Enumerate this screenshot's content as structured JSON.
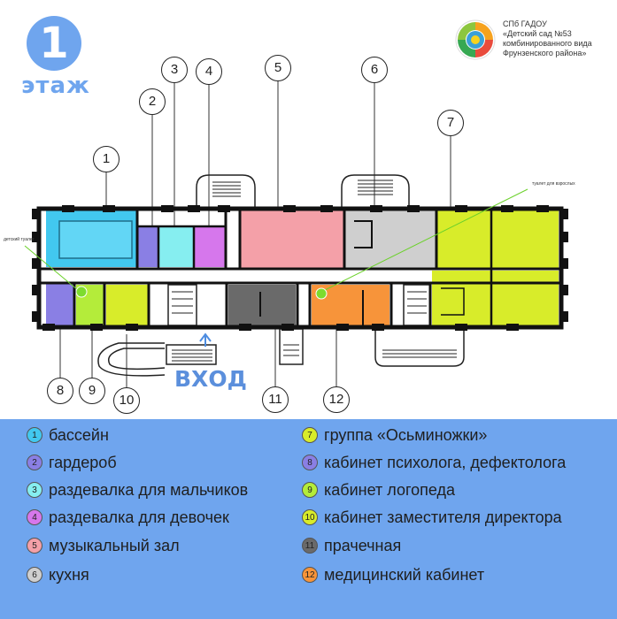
{
  "header": {
    "floor_number": "1",
    "floor_word": "этаж",
    "org_lines": [
      "СПб ГАДОУ",
      "«Детский сад №53",
      "комбинированного вида",
      "Фрунзенского района»"
    ]
  },
  "plan": {
    "entrance_label": "ВХОД",
    "toilet_child_label": "детский туалет",
    "toilet_adult_label": "туалет для взрослых",
    "callouts": [
      "1",
      "2",
      "3",
      "4",
      "5",
      "6",
      "7",
      "8",
      "9",
      "10",
      "11",
      "12"
    ]
  },
  "legend": {
    "items": [
      {
        "num": "1",
        "label": "бассейн",
        "color": "#42c8ef"
      },
      {
        "num": "2",
        "label": "гардероб",
        "color": "#8a7fe4"
      },
      {
        "num": "3",
        "label": "раздевалка для мальчиков",
        "color": "#86eef0"
      },
      {
        "num": "4",
        "label": "раздевалка для девочек",
        "color": "#d677ec"
      },
      {
        "num": "5",
        "label": "музыкальный зал",
        "color": "#f4a0a8"
      },
      {
        "num": "6",
        "label": "кухня",
        "color": "#cfcfcf"
      },
      {
        "num": "7",
        "label": "группа «Осьминожки»",
        "color": "#d8ec2a"
      },
      {
        "num": "8",
        "label": "кабинет психолога, дефектолога",
        "color": "#8a7fe4"
      },
      {
        "num": "9",
        "label": "кабинет логопеда",
        "color": "#b4ec3a"
      },
      {
        "num": "10",
        "label": "кабинет заместителя директора",
        "color": "#d8ec2a"
      },
      {
        "num": "11",
        "label": "прачечная",
        "color": "#6a6a6a"
      },
      {
        "num": "12",
        "label": "медицинский кабинет",
        "color": "#f7943a"
      }
    ]
  }
}
